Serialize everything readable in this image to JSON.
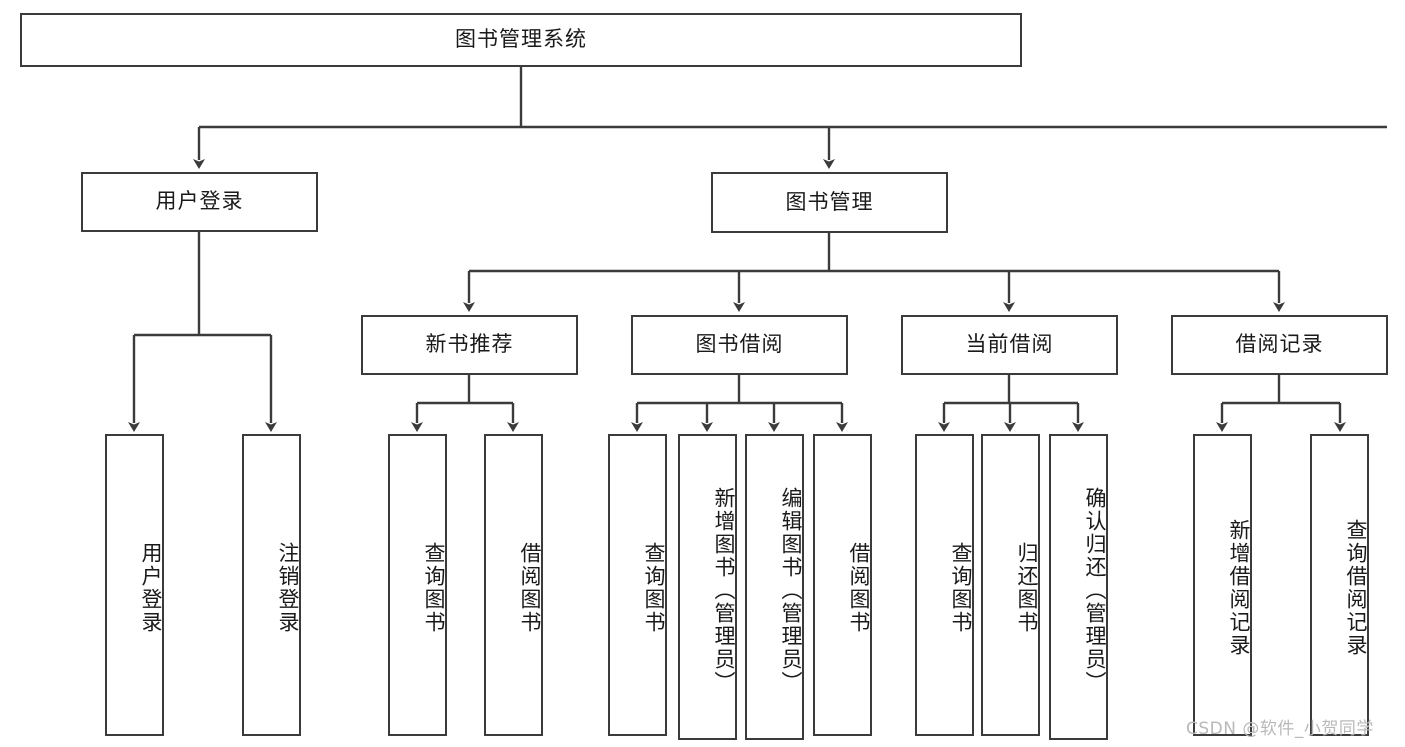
{
  "diagram": {
    "type": "tree-hierarchy-chart",
    "title": "图书管理系统",
    "colors": {
      "border": "#3b3b3b",
      "text": "#1a1a1a",
      "background": "#ffffff",
      "connector": "#3b3b3b",
      "watermark": "#b9b9b9"
    },
    "root": {
      "label": "图书管理系统"
    },
    "level2": [
      {
        "label": "用户登录"
      },
      {
        "label": "图书管理"
      }
    ],
    "level3": [
      {
        "label": "新书推荐"
      },
      {
        "label": "图书借阅"
      },
      {
        "label": "当前借阅"
      },
      {
        "label": "借阅记录"
      }
    ],
    "leaves": {
      "user_login": [
        {
          "label": "用户登录"
        },
        {
          "label": "注销登录"
        }
      ],
      "new_book_recommend": [
        {
          "label": "查询图书"
        },
        {
          "label": "借阅图书"
        }
      ],
      "book_borrow": [
        {
          "label": "查询图书"
        },
        {
          "label": "新增图书（管理员）"
        },
        {
          "label": "编辑图书（管理员）"
        },
        {
          "label": "借阅图书"
        }
      ],
      "current_borrow": [
        {
          "label": "查询图书"
        },
        {
          "label": "归还图书"
        },
        {
          "label": "确认归还（管理员）"
        }
      ],
      "borrow_record": [
        {
          "label": "新增借阅记录"
        },
        {
          "label": "查询借阅记录"
        }
      ]
    }
  },
  "watermark": {
    "text": "CSDN @软件_小贺同学"
  }
}
